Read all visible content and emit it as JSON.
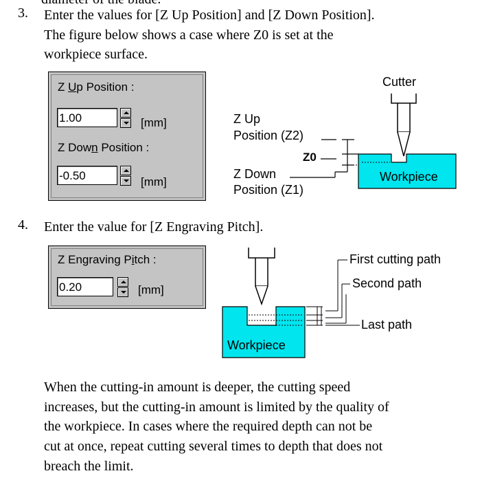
{
  "step3": {
    "number": "3.",
    "lines": [
      "Enter the values for [Z Up Position] and [Z Down Position].",
      "The figure below shows a case where Z0 is set at the",
      "workpiece surface."
    ]
  },
  "panel1": {
    "zup_label_u": "U",
    "zup_label_pre": "Z ",
    "zup_label_post": "p Position :",
    "zup_value": "1.00",
    "zup_unit": "[mm]",
    "zdown_label_pre": "Z Dow",
    "zdown_label_u": "n",
    "zdown_label_post": " Position :",
    "zdown_value": "-0.50",
    "zdown_unit": "[mm]"
  },
  "diagram1": {
    "cutter": "Cutter",
    "zup_line1": "Z Up",
    "zup_line2": "Position (Z2)",
    "z0": "Z0",
    "zdown_line1": "Z Down",
    "zdown_line2": "Position (Z1)",
    "workpiece": "Workpiece",
    "workpiece_color": "#00e5ee"
  },
  "step4": {
    "number": "4.",
    "line": "Enter the value for [Z Engraving Pitch]."
  },
  "panel2": {
    "label_pre": "Z Engraving P",
    "label_u": "i",
    "label_post": "tch :",
    "value": "0.20",
    "unit": "[mm]"
  },
  "diagram2": {
    "first": "First cutting path",
    "second": "Second path",
    "last": "Last path",
    "workpiece": "Workpiece"
  },
  "closing": {
    "lines": [
      "When the cutting-in amount is deeper, the cutting speed",
      "increases, but the cutting-in amount is limited by the quality of",
      "the workpiece. In cases where the required depth can not be",
      "cut at once, repeat cutting several times to depth that does not",
      "breach the limit."
    ]
  },
  "cutoff_text": "diameter of the blade."
}
